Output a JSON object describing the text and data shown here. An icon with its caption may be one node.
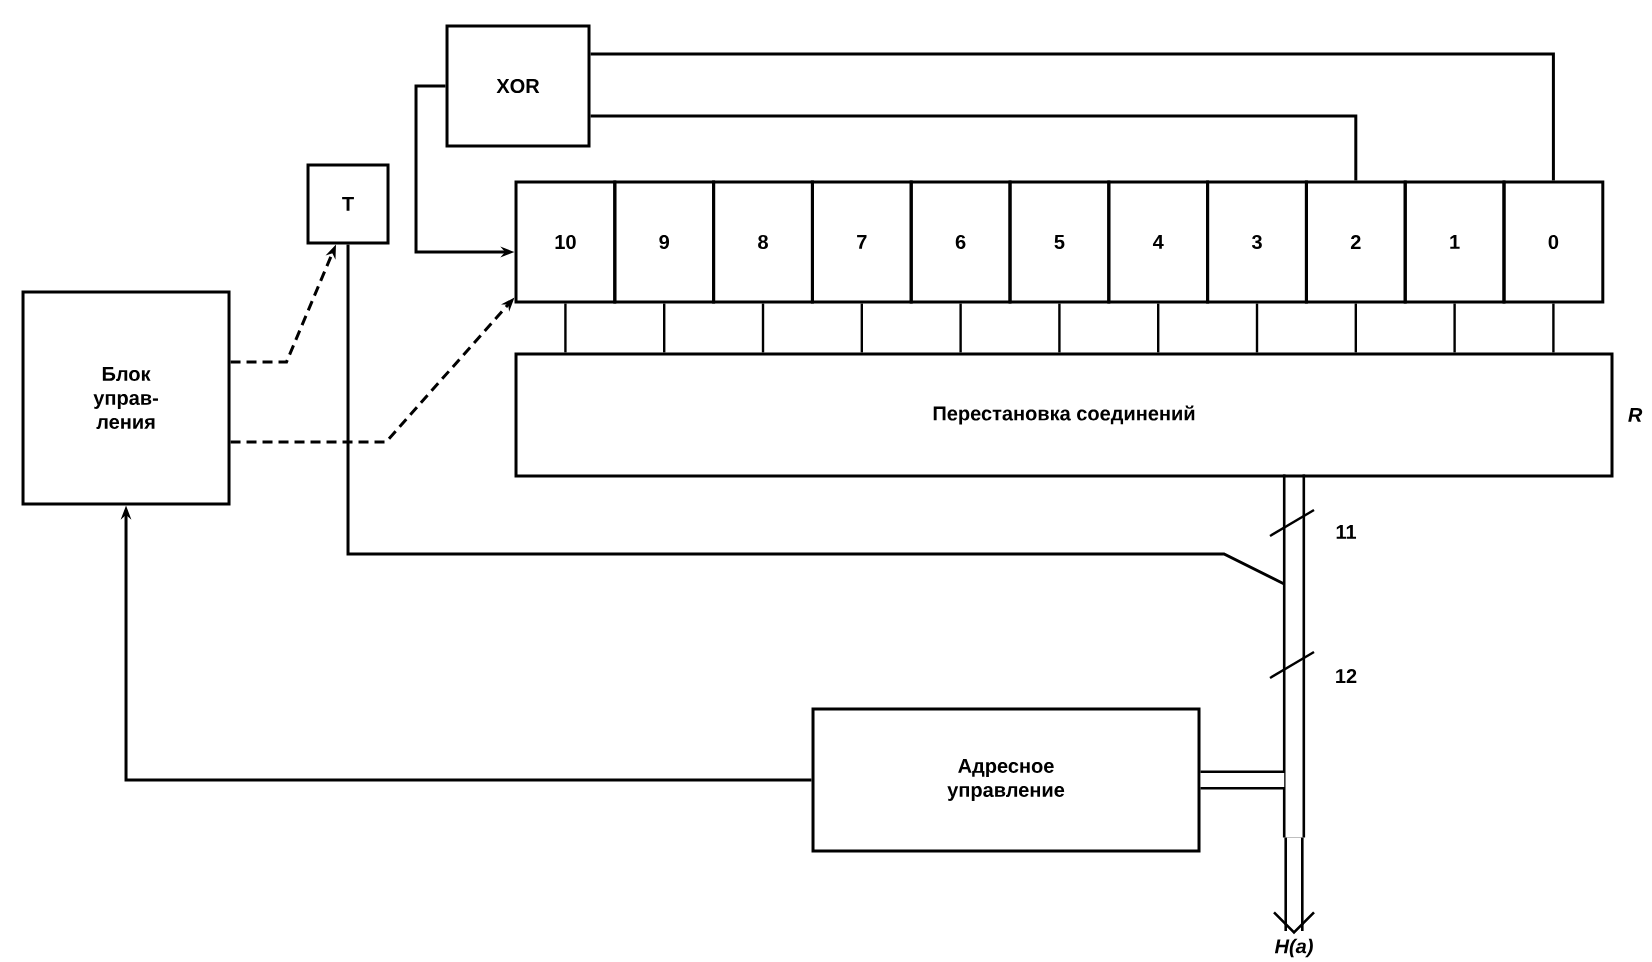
{
  "diagram": {
    "nodes": [
      {
        "text": [
          "Блок управ-ления"
        ]
      },
      {
        "text": [
          "T"
        ]
      },
      {
        "text": [
          "XOR"
        ]
      },
      {
        "text": [
          "10"
        ]
      },
      {
        "text": [
          "9"
        ]
      },
      {
        "text": [
          "8"
        ]
      },
      {
        "text": [
          "7"
        ]
      },
      {
        "text": [
          "6"
        ]
      },
      {
        "text": [
          "5"
        ]
      },
      {
        "text": [
          "4"
        ]
      },
      {
        "text": [
          "3"
        ]
      },
      {
        "text": [
          "2"
        ]
      },
      {
        "text": [
          "1"
        ]
      },
      {
        "text": [
          "0"
        ]
      },
      {
        "text": [
          "Перестановка соединений"
        ],
        "beside": [
          "R"
        ]
      },
      {
        "text": [
          "Адресное управление"
        ]
      },
      {
        "text": [
          "H(a)"
        ]
      },
      {
        "text": [],
        "shape": "bar"
      }
    ],
    "edges": [
      {
        "from": 0,
        "to": 1,
        "arrow": "to",
        "style": "dashed"
      },
      {
        "from": 0,
        "to": 3,
        "arrow": "to",
        "style": "dashed"
      },
      {
        "from": 2,
        "to": 3,
        "arrow": "to"
      },
      {
        "from": 11,
        "to": 2,
        "arrow": "none"
      },
      {
        "from": 13,
        "to": 2,
        "arrow": "none"
      },
      {
        "from": 1,
        "to": 17,
        "arrow": "none"
      },
      {
        "from": 15,
        "to": 0,
        "arrow": "to"
      },
      {
        "from": 17,
        "to": 16,
        "arrow": "to",
        "style": "thick"
      },
      {
        "from": 15,
        "to": 17,
        "arrow": "none",
        "style": "thick"
      },
      {
        "from": 3,
        "to": 14,
        "arrow": "none"
      },
      {
        "from": 4,
        "to": 14,
        "arrow": "none"
      },
      {
        "from": 5,
        "to": 14,
        "arrow": "none"
      },
      {
        "from": 6,
        "to": 14,
        "arrow": "none"
      },
      {
        "from": 7,
        "to": 14,
        "arrow": "none"
      },
      {
        "from": 8,
        "to": 14,
        "arrow": "none"
      },
      {
        "from": 9,
        "to": 14,
        "arrow": "none"
      },
      {
        "from": 10,
        "to": 14,
        "arrow": "none"
      },
      {
        "from": 11,
        "to": 14,
        "arrow": "none"
      },
      {
        "from": 12,
        "to": 14,
        "arrow": "none"
      },
      {
        "from": 13,
        "to": 14,
        "arrow": "none"
      }
    ],
    "labels": [
      "11",
      "12"
    ]
  }
}
